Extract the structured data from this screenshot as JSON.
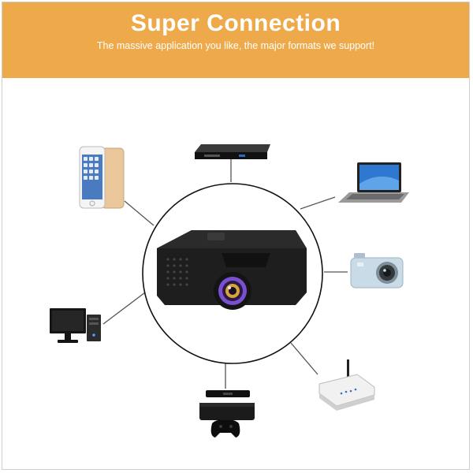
{
  "banner": {
    "title": "Super Connection",
    "subtitle": "The massive application you like, the major formats we support!",
    "color": "#eeaa4a"
  },
  "center_device": {
    "icon": "mini-projector-icon"
  },
  "devices": [
    {
      "id": "smartphone",
      "icon": "smartphone-icon"
    },
    {
      "id": "dvd-player",
      "icon": "dvd-player-icon"
    },
    {
      "id": "laptop",
      "icon": "laptop-icon"
    },
    {
      "id": "digital-camera",
      "icon": "digital-camera-icon"
    },
    {
      "id": "wifi-router",
      "icon": "wifi-router-icon"
    },
    {
      "id": "game-console",
      "icon": "game-console-icon"
    },
    {
      "id": "desktop-computer",
      "icon": "desktop-computer-icon"
    }
  ],
  "colors": {
    "connector_line": "#555555",
    "circle_stroke": "#111111",
    "projector_body": "#1e1e1e",
    "lens_ring": "#7a4fd0"
  }
}
